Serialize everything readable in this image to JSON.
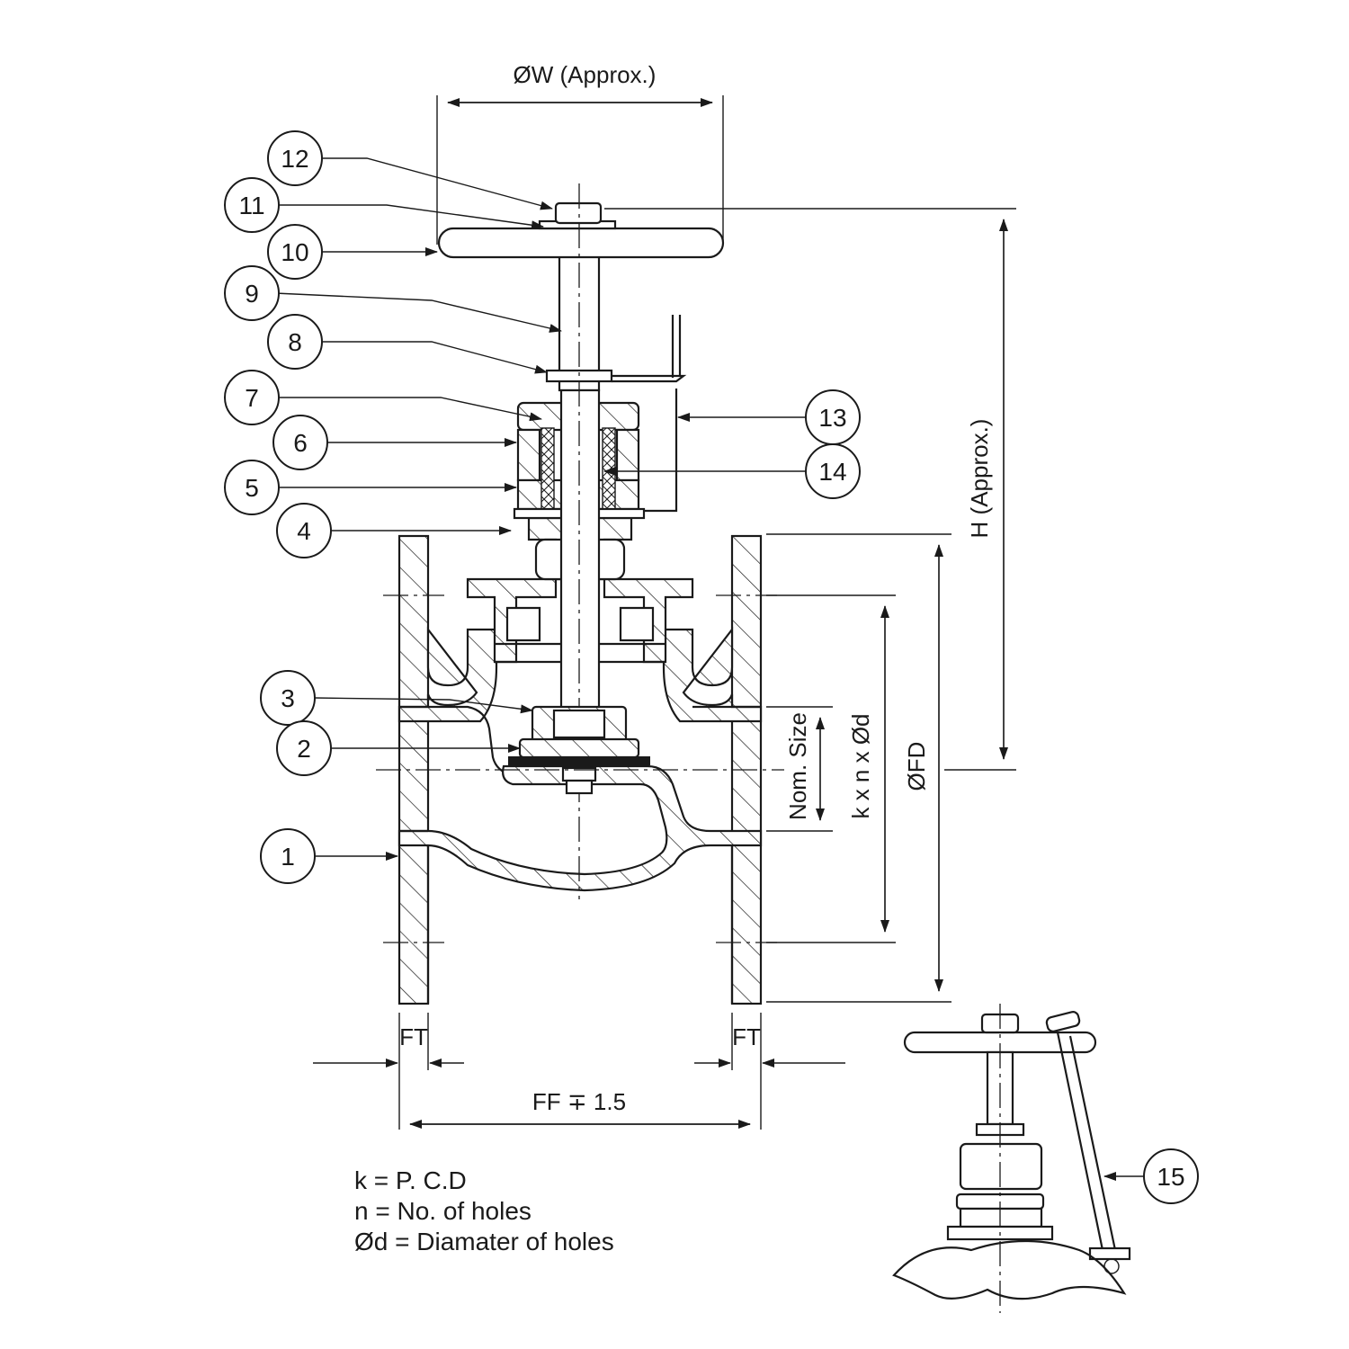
{
  "dimensions": {
    "handwheel_dia": "ØW (Approx.)",
    "height": "H (Approx.)",
    "flange_dia": "ØFD",
    "bolt_spec": "k x n x Ød",
    "nominal_size": "Nom. Size",
    "flange_thickness_left": "FT",
    "flange_thickness_right": "FT",
    "face_to_face": "FF ∓ 1.5"
  },
  "part_callouts": [
    "1",
    "2",
    "3",
    "4",
    "5",
    "6",
    "7",
    "8",
    "9",
    "10",
    "11",
    "12",
    "13",
    "14",
    "15"
  ],
  "legend": [
    "k = P. C.D",
    "n = No. of holes",
    "Ød = Diamater of holes"
  ]
}
